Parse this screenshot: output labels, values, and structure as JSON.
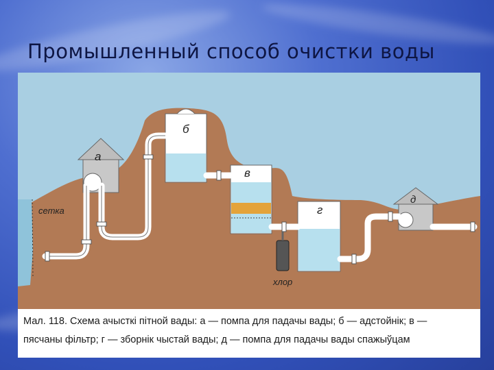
{
  "slide": {
    "title": "Промышленный способ очистки воды"
  },
  "diagram": {
    "labels": {
      "pump_a": "а",
      "tank_b": "б",
      "filter_v": "в",
      "reservoir_g": "г",
      "pump_d": "д",
      "net": "сетка",
      "chlorine": "хлор"
    },
    "colors": {
      "sky": "#a9cfe2",
      "ground": "#b27a55",
      "water": "#b7e0ee",
      "sand": "#e4a33a",
      "pipe": "#ffffff"
    }
  },
  "caption": {
    "line1": "Мал. 118. Схема ачысткі пітной вады: а — помпа для падачы вады; б — адстойнік; в —",
    "line2": "пясчаны фільтр; г — зборнік чыстай вады; д — помпа для падачы вады спажыўцам"
  }
}
